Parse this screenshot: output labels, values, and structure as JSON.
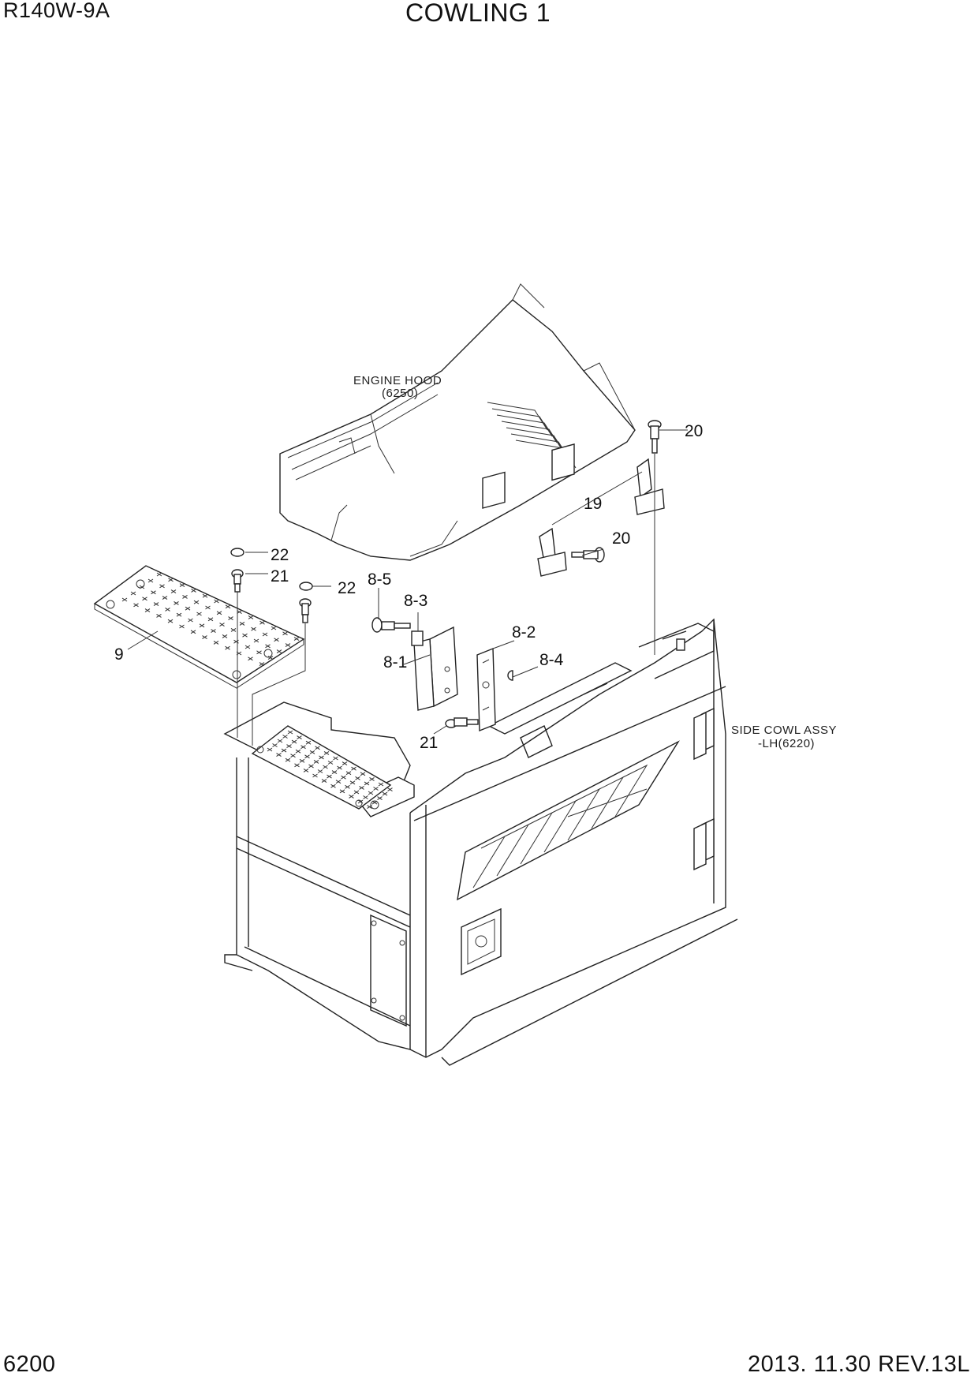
{
  "header": {
    "model": "R140W-9A",
    "title": "COWLING 1"
  },
  "footer": {
    "page_number": "6200",
    "date_revision": "2013. 11.30  REV.13L"
  },
  "notes": {
    "engine_hood_line1": "ENGINE HOOD",
    "engine_hood_line2": "(6250)",
    "side_cowl_line1": "SIDE COWL ASSY",
    "side_cowl_line2": "-LH(6220)"
  },
  "callouts": {
    "c20a": "20",
    "c19": "19",
    "c20b": "20",
    "c22a": "22",
    "c21a": "21",
    "c22b": "22",
    "c8_5": "8-5",
    "c8_3": "8-3",
    "c8_2": "8-2",
    "c8_1": "8-1",
    "c8_4": "8-4",
    "c9": "9",
    "c21b": "21"
  }
}
